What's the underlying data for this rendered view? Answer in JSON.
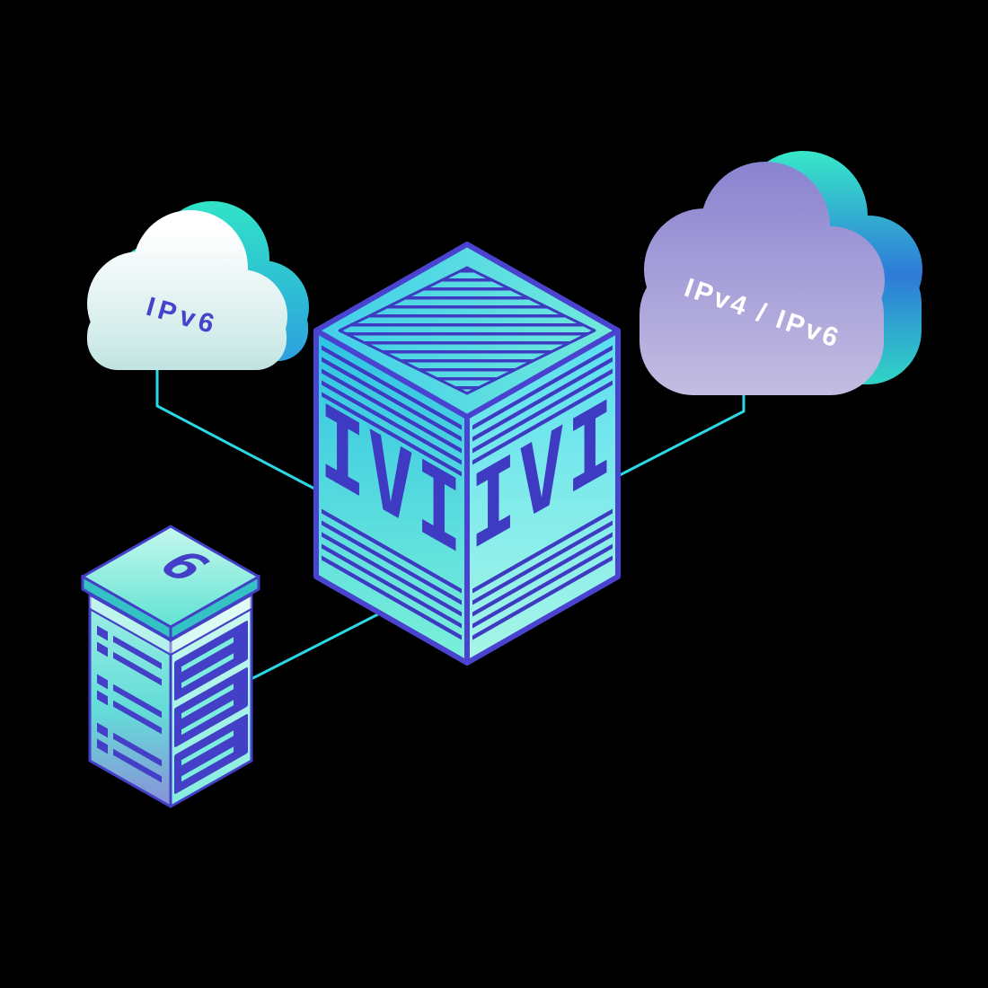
{
  "scene": {
    "left_cloud": {
      "label": "IPv6"
    },
    "right_cloud": {
      "label": "IPv4 / IPv6"
    },
    "translator_cube": {
      "left_face_label": "IVI",
      "right_face_label": "IVI"
    },
    "server_tower": {
      "top_label": "6"
    },
    "colors": {
      "background": "#000000",
      "connector_cyan": "#2bd9e6",
      "outline_indigo": "#4a43cf",
      "detail_indigo": "#3e3ac2",
      "cube_teal": "#5fe6d8",
      "cloud_white": "#ffffff",
      "cloud_lavender": "#a29cda",
      "accent_teal": "#33e6c6",
      "accent_blue": "#2e7ad8"
    }
  }
}
